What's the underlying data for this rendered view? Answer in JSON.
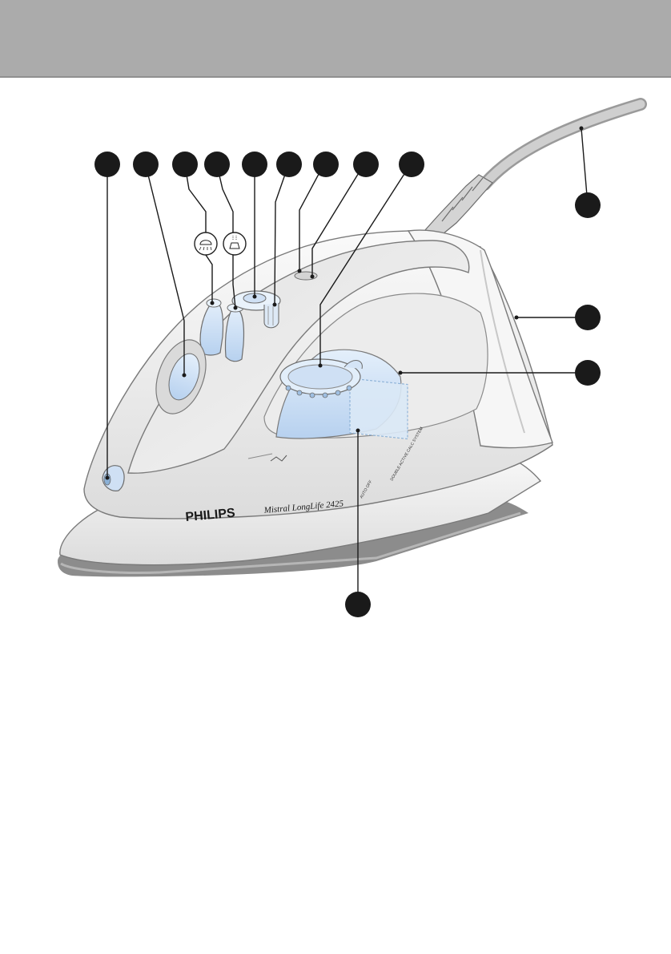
{
  "brand": "PHILIPS",
  "model": "Mistral LongLife 2425",
  "small_labels": {
    "cord_text": "DOUBLE ACTIVE CALC SYSTEM",
    "auto_off": "AUTO OFF"
  },
  "callout_count": 13,
  "colors": {
    "header": "#ababab",
    "callout_dot": "#1a1a1a",
    "iron_body": "#f1f1f1",
    "iron_shadow": "#d6d6d6",
    "accent_blue": "#c6dcf4",
    "soleplate": "#8c8c8c"
  },
  "icons": [
    "spray-icon",
    "steam-shot-icon"
  ]
}
